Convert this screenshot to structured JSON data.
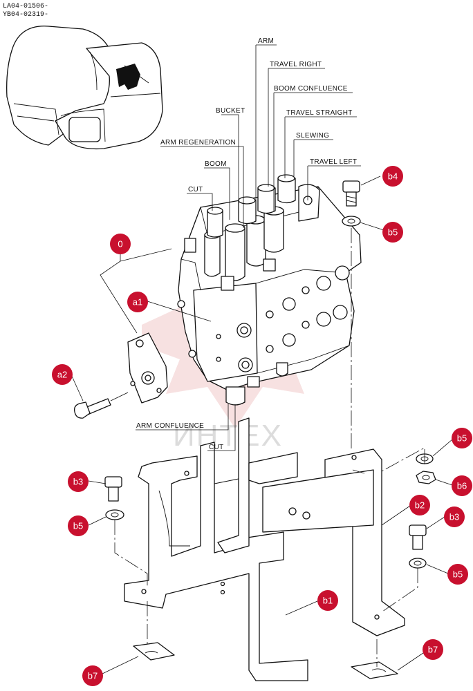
{
  "header": {
    "ref_line_1": "LA04-01506-",
    "ref_line_2": "YB04-02319-"
  },
  "watermark": {
    "text": "ИНТЕХ",
    "color": "#e06060"
  },
  "valve_labels": {
    "arm": "ARM",
    "travel_right": "TRAVEL RIGHT",
    "boom_confluence": "BOOM CONFLUENCE",
    "bucket": "BUCKET",
    "travel_straight": "TRAVEL STRAIGHT",
    "slewing": "SLEWING",
    "arm_regeneration": "ARM REGENERATION",
    "travel_left": "TRAVEL LEFT",
    "boom": "BOOM",
    "cut_top": "CUT",
    "arm_confluence": "ARM CONFLUENCE",
    "cut_bottom": "CUT"
  },
  "callouts": {
    "color": "#c8102e",
    "c0": "0",
    "a1": "a1",
    "a2": "a2",
    "b1": "b1",
    "b2": "b2",
    "b3_left": "b3",
    "b3_right": "b3",
    "b4": "b4",
    "b5_left": "b5",
    "b5_top": "b5",
    "b5_right_top": "b5",
    "b5_right_bottom": "b5",
    "b6": "b6",
    "b7_left": "b7",
    "b7_right": "b7"
  }
}
